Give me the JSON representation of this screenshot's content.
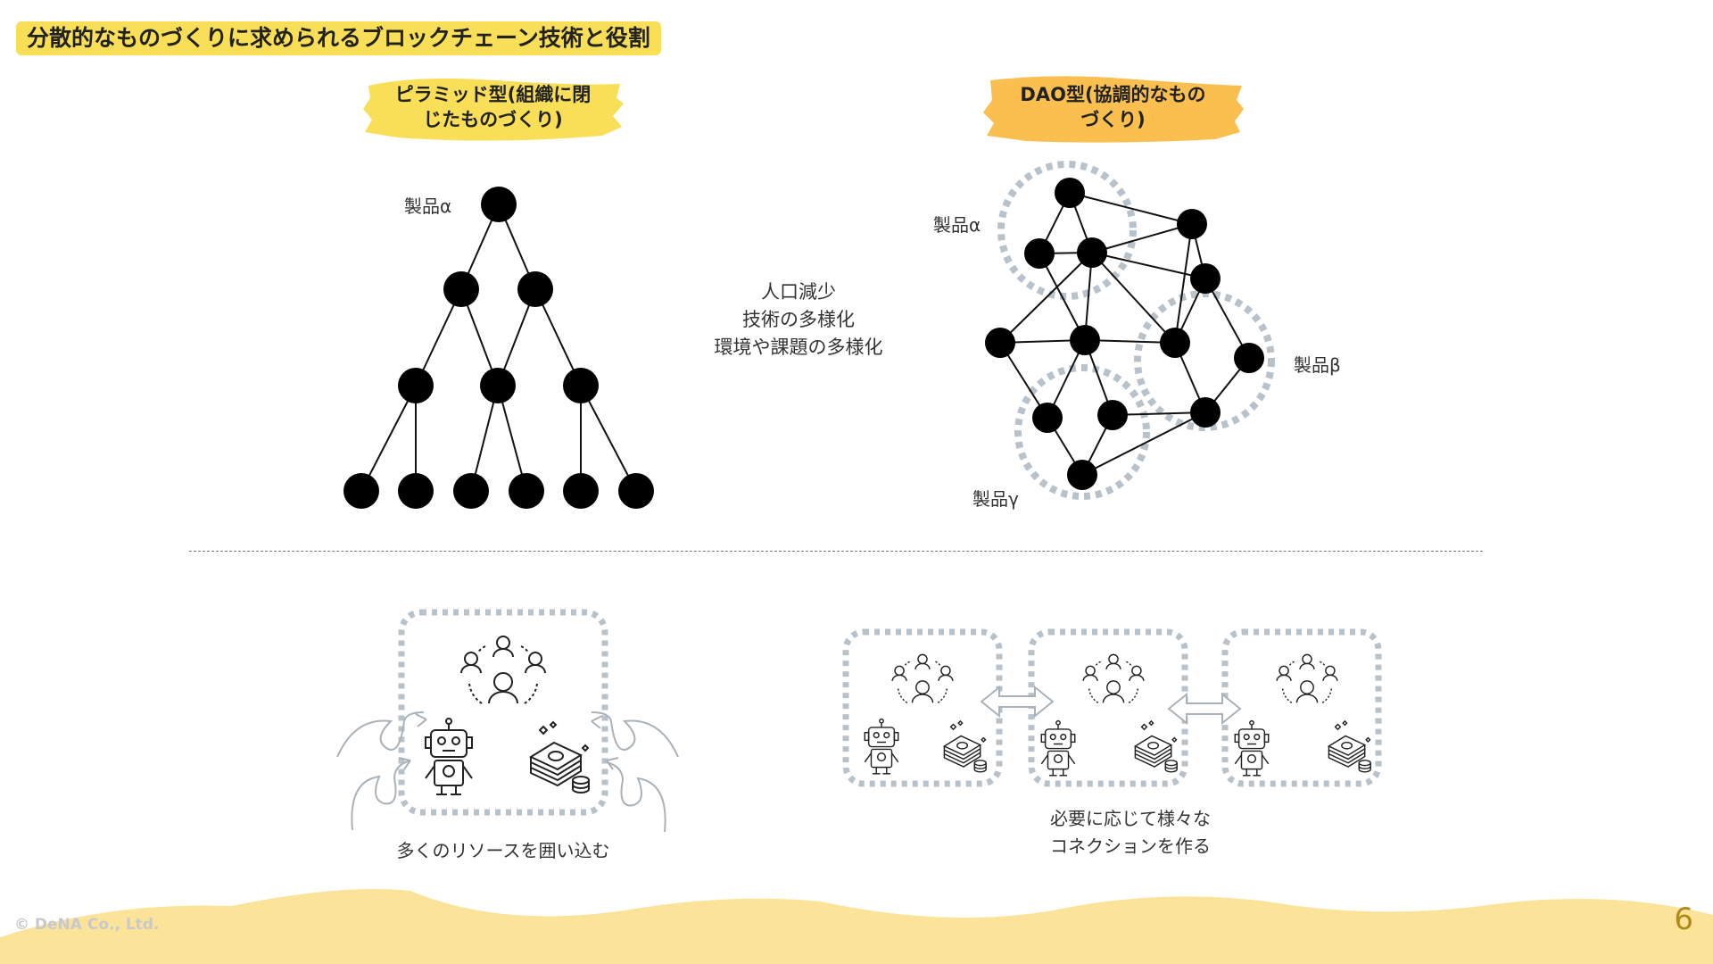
{
  "title": "分散的なものづくりに求められるブロックチェーン技術と役割",
  "left_heading": {
    "line1": "ピラミッド型(組織に閉",
    "line2": "じたものづくり)",
    "color": "#f9df57"
  },
  "right_heading": {
    "line1": "DAO型(協調的なもの",
    "line2": "づくり)",
    "color": "#fbbf4f"
  },
  "pyramid": {
    "product_label": "製品α"
  },
  "dao": {
    "label_alpha": "製品α",
    "label_beta": "製品β",
    "label_gamma": "製品γ"
  },
  "center_text": {
    "line1": "人口減少",
    "line2": "技術の多様化",
    "line3": "環境や課題の多様化"
  },
  "bottom_left_caption": "多くのリソースを囲い込む",
  "bottom_right_caption": {
    "line1": "必要に応じて様々な",
    "line2": "コネクションを作る"
  },
  "footer": {
    "copyright": "© DeNA Co., Ltd.",
    "page_number": "6"
  },
  "colors": {
    "accent_yellow": "#f9df57",
    "accent_orange": "#fbbf4f",
    "wave": "#fbe49a",
    "dashed_cluster": "#b8c2cb"
  }
}
